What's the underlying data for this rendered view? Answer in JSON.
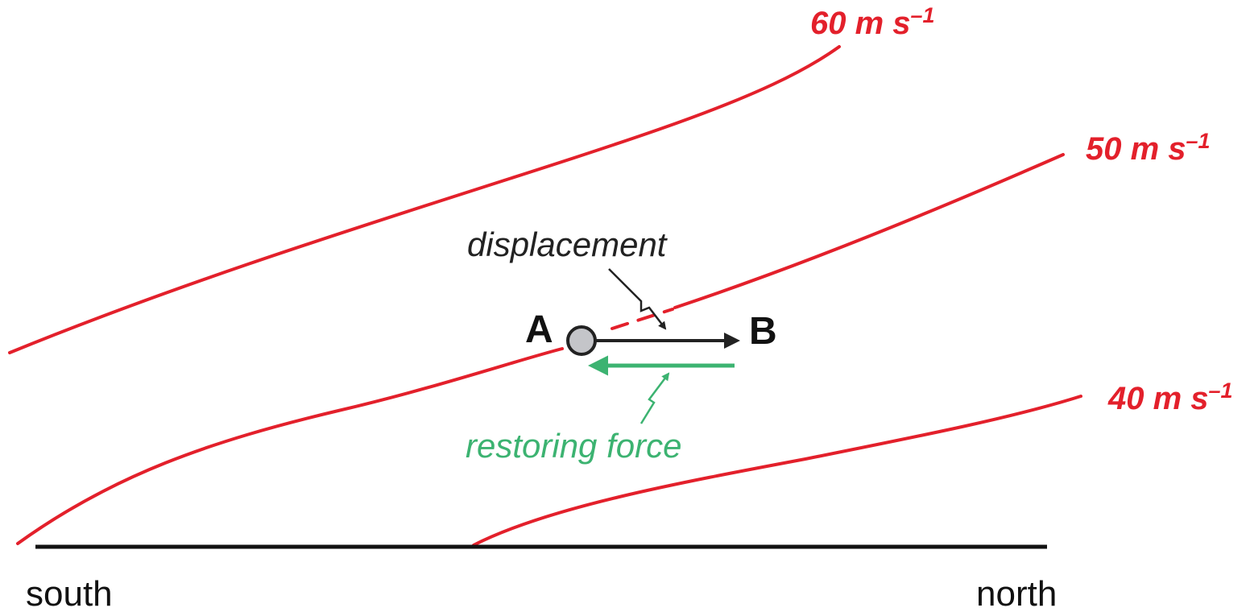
{
  "colors": {
    "isotach": "#e3202b",
    "displacement": "#222222",
    "restoring": "#3cb371",
    "parcel_fill": "#c4c5c9",
    "ground": "#111111",
    "text": "#111111"
  },
  "isotachs": [
    {
      "value_text": "60 m s",
      "exponent": "–1"
    },
    {
      "value_text": "50 m s",
      "exponent": "–1"
    },
    {
      "value_text": "40 m s",
      "exponent": "–1"
    }
  ],
  "points": {
    "a_label": "A",
    "b_label": "B"
  },
  "arrows": {
    "displacement_label": "displacement",
    "restoring_label": "restoring force"
  },
  "axis": {
    "left_label": "south",
    "right_label": "north"
  }
}
